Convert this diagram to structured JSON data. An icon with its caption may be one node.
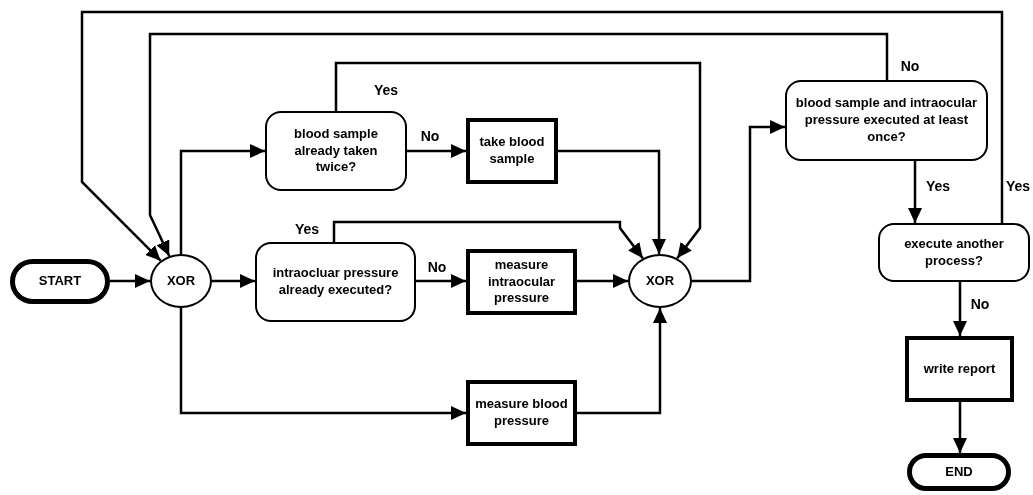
{
  "diagram": {
    "nodes": [
      {
        "text": [
          "START"
        ]
      },
      {
        "text": [
          "XOR"
        ]
      },
      {
        "text": [
          "blood sample already taken twice?"
        ]
      },
      {
        "text": [
          "take blood sample"
        ]
      },
      {
        "text": [
          "intraocluar pressure already executed?"
        ]
      },
      {
        "text": [
          "measure intraocular pressure"
        ]
      },
      {
        "text": [
          "measure blood pressure"
        ]
      },
      {
        "text": [
          "XOR"
        ]
      },
      {
        "text": [
          "blood sample and intraocular pressure executed at least once?"
        ]
      },
      {
        "text": [
          "execute another process?"
        ]
      },
      {
        "text": [
          "write report"
        ]
      },
      {
        "text": [
          "END"
        ]
      }
    ],
    "edges": [
      {
        "from": 0,
        "to": 1,
        "arrow": "to"
      },
      {
        "from": 1,
        "to": 2,
        "arrow": "to"
      },
      {
        "from": 2,
        "to": 3,
        "arrow": "to",
        "label": "No"
      },
      {
        "from": 2,
        "to": 7,
        "arrow": "to",
        "label": "Yes"
      },
      {
        "from": 3,
        "to": 7,
        "arrow": "to"
      },
      {
        "from": 1,
        "to": 4,
        "arrow": "to"
      },
      {
        "from": 4,
        "to": 5,
        "arrow": "to",
        "label": "No"
      },
      {
        "from": 4,
        "to": 7,
        "arrow": "to",
        "label": "Yes"
      },
      {
        "from": 5,
        "to": 7,
        "arrow": "to"
      },
      {
        "from": 1,
        "to": 6,
        "arrow": "to"
      },
      {
        "from": 6,
        "to": 7,
        "arrow": "to"
      },
      {
        "from": 7,
        "to": 8,
        "arrow": "to"
      },
      {
        "from": 8,
        "to": 1,
        "arrow": "to",
        "label": "No"
      },
      {
        "from": 8,
        "to": 9,
        "arrow": "to",
        "label": "Yes"
      },
      {
        "from": 9,
        "to": 1,
        "arrow": "to",
        "label": "Yes"
      },
      {
        "from": 9,
        "to": 10,
        "arrow": "to",
        "label": "No"
      },
      {
        "from": 10,
        "to": 11,
        "arrow": "to"
      }
    ]
  }
}
